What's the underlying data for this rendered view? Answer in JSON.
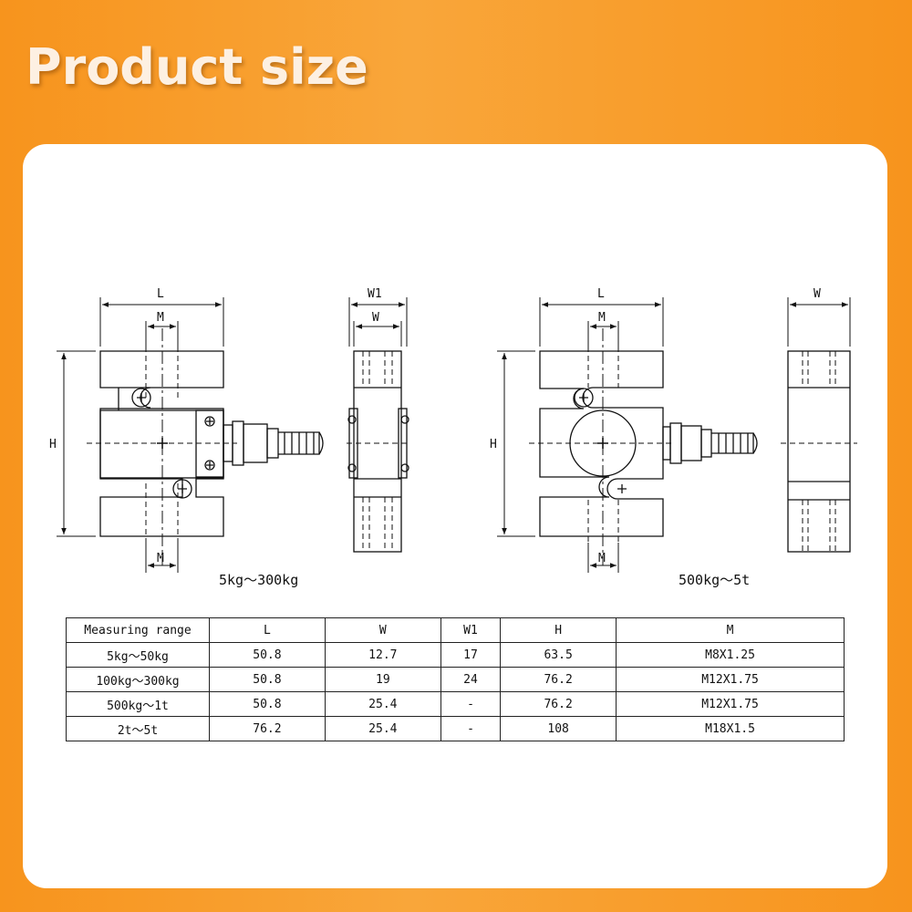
{
  "title": "Product size",
  "drawings": {
    "left_caption": "5kg～300kg",
    "right_caption": "500kg～5t",
    "labels": {
      "L": "L",
      "M": "M",
      "H": "H",
      "W": "W",
      "W1": "W1"
    }
  },
  "table": {
    "headers": [
      "Measuring range",
      "L",
      "W",
      "W1",
      "H",
      "M"
    ],
    "rows": [
      [
        "5kg～50kg",
        "50.8",
        "12.7",
        "17",
        "63.5",
        "M8X1.25"
      ],
      [
        "100kg～300kg",
        "50.8",
        "19",
        "24",
        "76.2",
        "M12X1.75"
      ],
      [
        "500kg～1t",
        "50.8",
        "25.4",
        "-",
        "76.2",
        "M12X1.75"
      ],
      [
        "2t～5t",
        "76.2",
        "25.4",
        "-",
        "108",
        "M18X1.5"
      ]
    ]
  }
}
